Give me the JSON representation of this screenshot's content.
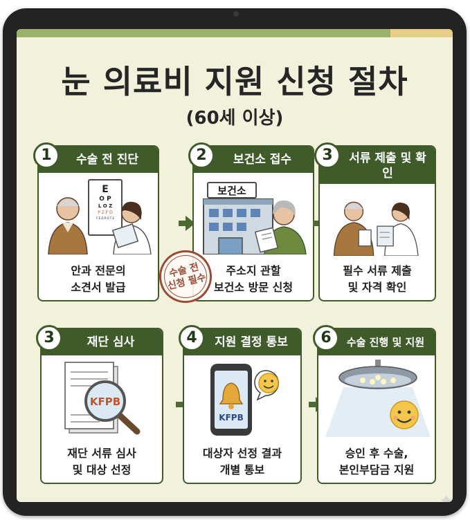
{
  "title": "눈 의료비 지원 신청 절차",
  "subtitle": "(60세 이상)",
  "steps": [
    {
      "number": "1",
      "title": "수술 전 진단",
      "line1": "안과 전문의",
      "line2": "소견서 발급"
    },
    {
      "number": "2",
      "title": "보건소 접수",
      "line1": "주소지 관할",
      "line2": "보건소 방문 신청"
    },
    {
      "number": "3",
      "title": "서류 제출 및 확인",
      "line1": "필수 서류 제출",
      "line2": "및 자격 확인"
    },
    {
      "number": "3",
      "title": "재단 심사",
      "line1": "재단 서류 심사",
      "line2": "및 대상 선정"
    },
    {
      "number": "4",
      "title": "지원 결정 통보",
      "line1": "대상자 선정 결과",
      "line2": "개별 통보"
    },
    {
      "number": "6",
      "title": "수술 진행 및 지원",
      "line1": "승인 후 수술,",
      "line2": "본인부담금 지원"
    }
  ],
  "stamp": {
    "line1": "수술 전",
    "line2": "신청 필수"
  },
  "labels": {
    "eye_chart_rows": [
      "E",
      "O P",
      "L O Z",
      "P Z F D",
      "F E D P O T E"
    ],
    "health_center_sign": "보건소",
    "kfpb": "KFPB"
  },
  "colors": {
    "primary_green": "#3f5b2a",
    "background": "#f2f1dc",
    "accent_orange": "#c3552d"
  }
}
